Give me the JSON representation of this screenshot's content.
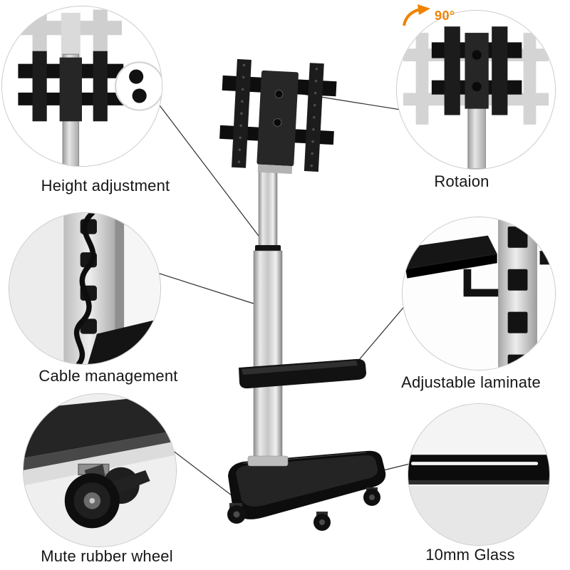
{
  "annotations": {
    "rotation_degrees": "90°"
  },
  "features": [
    {
      "id": "height-adjustment",
      "label": "Height adjustment"
    },
    {
      "id": "rotation",
      "label": "Rotaion"
    },
    {
      "id": "cable-management",
      "label": "Cable management"
    },
    {
      "id": "adjustable-laminate",
      "label": "Adjustable laminate"
    },
    {
      "id": "mute-rubber-wheel",
      "label": "Mute rubber wheel"
    },
    {
      "id": "glass-thickness",
      "label": "10mm Glass"
    }
  ],
  "colors": {
    "background": "#ffffff",
    "accent_orange": "#f08300",
    "product_black": "#121212",
    "pole_silver": "#c6c6c6",
    "callout_line": "#2f2f2f",
    "circle_border": "#c9c9c9"
  }
}
